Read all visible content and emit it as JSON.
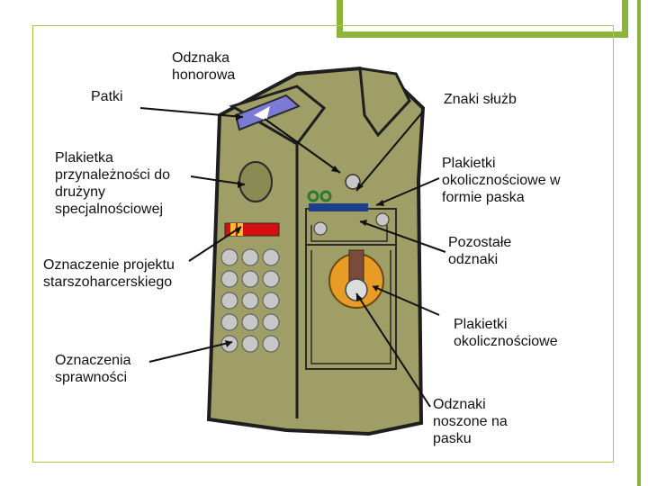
{
  "labels": {
    "odznaka_honorowa": "Odznaka\nhonorowa",
    "patki": "Patki",
    "znaki_sluzb": "Znaki służb",
    "plakietka_przynaleznosci": "Plakietka\nprzynależności do\ndrużyny\nspecjalnościowej",
    "plakietki_okolicznosciowe_paska": "Plakietki\nokolicznościowe w\nformie paska",
    "oznaczenie_projektu": "Oznaczenie projektu\nstarszoharcerskiego",
    "pozostale_odznaki": "Pozostałe\nodznaki",
    "plakietki_okolicznosciowe": "Plakietki\nokolicznościowe",
    "oznaczenia_sprawnosci": "Oznaczenia\nsprawności",
    "odznaki_na_pasku": "Odznaki\nnoszone na\npasku"
  },
  "colors": {
    "shirt": "#9e9e66",
    "shirt_outline": "#1e1e1e",
    "collar_badge": "#7b7bd6",
    "bar_blue": "#1d3f8a",
    "red_ribbon": "#d40f0f",
    "badge_gray": "#c7c7c7",
    "cross_orange": "#e89b25",
    "frame_green": "#8cb33a"
  },
  "icons": [
    "uniform-shirt",
    "collar-patch",
    "pocket-badge",
    "skill-badge-grid",
    "scout-cross"
  ]
}
